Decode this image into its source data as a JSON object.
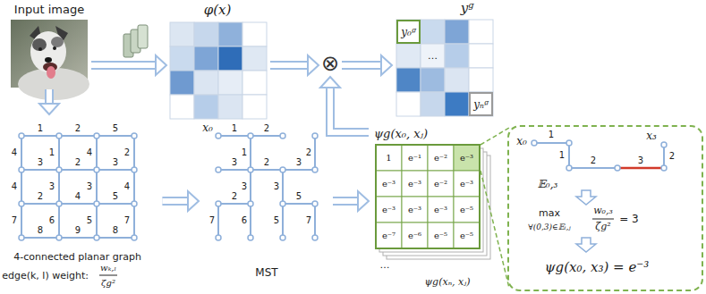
{
  "diagram": {
    "nodes": [
      {
        "text": [
          "Input image"
        ]
      },
      {
        "text": [
          "φ(x)"
        ]
      },
      {
        "text": [
          "⊗"
        ]
      },
      {
        "text": [
          "yᵍ"
        ]
      },
      {
        "text": [
          "4-connected planar graph",
          "edge(k, l) weight:"
        ]
      },
      {
        "text": [
          "MST"
        ]
      },
      {
        "text": [
          "ψg(x₀, xⱼ)"
        ]
      },
      {
        "text": [
          "ψg(x₀, x₃) = e⁻³"
        ]
      }
    ],
    "edges": [
      {
        "from": 0,
        "to": 1,
        "arrow": "to"
      },
      {
        "from": 1,
        "to": 2,
        "arrow": "to"
      },
      {
        "from": 2,
        "to": 3,
        "arrow": "to"
      },
      {
        "from": 0,
        "to": 4,
        "arrow": "to"
      },
      {
        "from": 4,
        "to": 5,
        "arrow": "to"
      },
      {
        "from": 5,
        "to": 6,
        "arrow": "to"
      },
      {
        "from": 6,
        "to": 2,
        "arrow": "to"
      }
    ],
    "labels": [
      "y₀ᵍ",
      "…",
      "yₙᵍ",
      "1",
      "2",
      "5",
      "4",
      "1",
      "4",
      "2",
      "3",
      "2",
      "3",
      "4",
      "3",
      "3",
      "4",
      "2",
      "4",
      "5",
      "7",
      "6",
      "5",
      "7",
      "8",
      "9",
      "8",
      "wₖ,ₗ",
      "ζg²",
      "x₀",
      "1",
      "2",
      "1",
      "2",
      "3",
      "2",
      "3",
      "3",
      "3",
      "2",
      "5",
      "7",
      "6",
      "5",
      "7",
      "1",
      "e⁻¹",
      "e⁻²",
      "e⁻³",
      "e⁻³",
      "e⁻³",
      "e⁻²",
      "e⁻³",
      "e⁻³",
      "e⁻³",
      "e⁻³",
      "e⁻⁵",
      "e⁻⁷",
      "e⁻⁶",
      "e⁻⁵",
      "e⁻⁵",
      "…",
      "ψg(xₙ, xⱼ)",
      "x₀",
      "1",
      "1",
      "2",
      "3",
      "2",
      "x₃",
      "𝔼₀,₃",
      "max",
      "∀(0,3)∈𝔼ᵢ,ⱼ",
      "w₀,₃",
      "ζg²",
      "= 3"
    ]
  }
}
